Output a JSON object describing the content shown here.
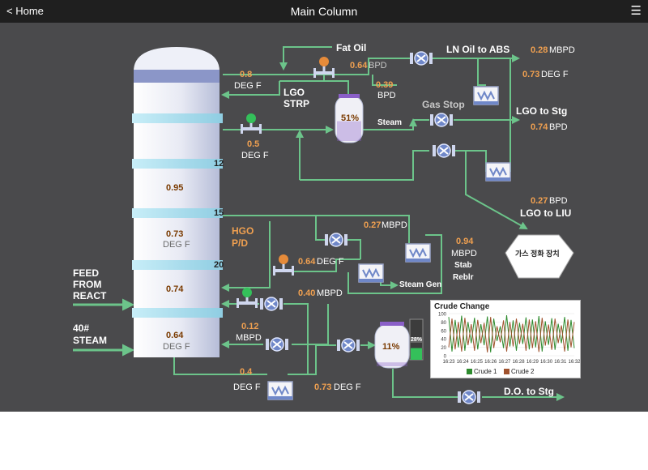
{
  "header": {
    "back_label": "< Home",
    "title": "Main Column",
    "menu_icon": "menu-icon"
  },
  "column": {
    "trays": [
      "12",
      "15",
      "20"
    ],
    "values": {
      "top_section": "0.95",
      "hgo_section": "0.73",
      "hgo_section_unit": "DEG F",
      "mid_section": "0.74",
      "bottom_section": "0.64",
      "bottom_section_unit": "DEG F"
    }
  },
  "labels": {
    "fat_oil": "Fat Oil",
    "lgo_strp_line1": "LGO",
    "lgo_strp_line2": "STRP",
    "ln_oil_to_abs": "LN Oil to ABS",
    "gas_stop": "Gas Stop",
    "lgo_to_stg": "LGO to Stg",
    "lgo_to_liu": "LGO to LIU",
    "steam": "Steam",
    "steam_gen": "Steam Gen",
    "hgo_pd_line1": "HGO",
    "hgo_pd_line2": "P/D",
    "feed_line1": "FEED",
    "feed_line2": "FROM",
    "feed_line3": "REACT",
    "steam40_line1": "40#",
    "steam40_line2": "STEAM",
    "do_to_stg": "D.O. to Stg",
    "stab_reblr_line1": "Stab",
    "stab_reblr_line2": "Reblr",
    "gas_treatment": "가스 정화 장치"
  },
  "readouts": {
    "top_temp": {
      "value": "0.8",
      "unit": "DEG F"
    },
    "fat_oil_flow": {
      "value": "0.64",
      "unit": "BPD"
    },
    "bpd_039": {
      "value": "0.39",
      "unit": "BPD"
    },
    "ln_oil": {
      "value": "0.28",
      "unit": "MBPD"
    },
    "deg_073": {
      "value": "0.73",
      "unit": "DEG F"
    },
    "lgo_stg": {
      "value": "0.74",
      "unit": "BPD"
    },
    "lgo_strp_temp": {
      "value": "0.5",
      "unit": "DEG F"
    },
    "lgo_liu": {
      "value": "0.27",
      "unit": "BPD"
    },
    "hgo_flow": {
      "value": "0.27",
      "unit": "MBPD"
    },
    "stab_reblr": {
      "value": "0.94",
      "unit": "MBPD"
    },
    "hgo_temp": {
      "value": "0.64",
      "unit": "DEG F"
    },
    "steam_gen_flow": {
      "value": "0.40",
      "unit": "MBPD"
    },
    "steam40_flow": {
      "value": "0.12",
      "unit": "MBPD"
    },
    "bottom_temp": {
      "value": "0.4",
      "unit": "DEG F"
    },
    "bottom_temp2": {
      "value": "0.73",
      "unit": "DEG F"
    }
  },
  "tanks": {
    "lgo_strp_level": "51%",
    "lgo_strp_fill": 0.51,
    "do_level": "11%",
    "do_fill": 0.11,
    "side_gauge": "28%",
    "side_gauge_fill": 0.28
  },
  "colors": {
    "pipe": "#6cc48a",
    "column_band": "#a9daea",
    "column_top": "#8b96c8",
    "valve": "#6f87c8",
    "value_orange": "#f0a050",
    "series1": "#2e8b2e",
    "series2": "#a0522d"
  },
  "chart_data": {
    "type": "line",
    "title": "Crude Change",
    "x": [
      "16:23",
      "16:24",
      "16:25",
      "16:26",
      "16:27",
      "16:28",
      "16:29",
      "16:30",
      "16:31",
      "16:32"
    ],
    "ylim": [
      0,
      100
    ],
    "yticks": [
      0,
      20,
      40,
      60,
      80,
      100
    ],
    "series": [
      {
        "name": "Crude 1",
        "values": [
          92,
          10,
          85,
          20,
          95,
          12,
          80,
          30,
          90,
          15,
          75,
          25,
          93,
          8,
          88,
          35,
          70,
          18,
          96,
          22,
          84,
          12,
          78,
          28,
          91,
          15,
          86,
          20,
          94,
          10,
          82,
          26,
          89,
          14,
          76,
          30,
          92,
          12,
          85,
          18
        ]
      },
      {
        "name": "Crude 2",
        "values": [
          20,
          88,
          15,
          80,
          10,
          90,
          25,
          75,
          12,
          85,
          30,
          78,
          8,
          92,
          18,
          70,
          32,
          84,
          10,
          80,
          22,
          88,
          28,
          76,
          12,
          86,
          18,
          82,
          9,
          90,
          24,
          74,
          14,
          88,
          30,
          72,
          10,
          86,
          20,
          80
        ]
      }
    ]
  }
}
